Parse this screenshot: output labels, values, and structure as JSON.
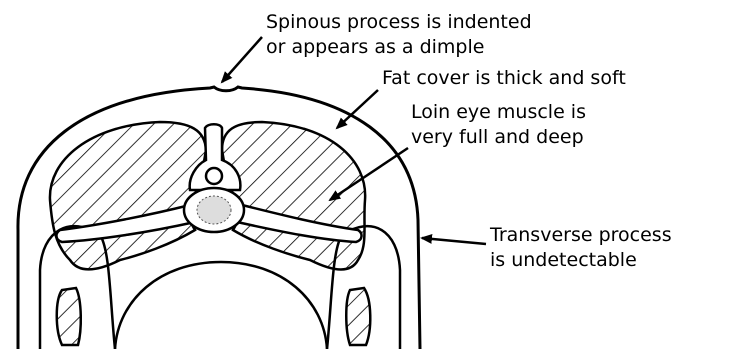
{
  "annotations": {
    "spinous": {
      "line1": "Spinous process is indented",
      "line2": "or appears as a dimple"
    },
    "fat": {
      "line1": "Fat cover is thick and soft"
    },
    "loin": {
      "line1": "Loin eye muscle is",
      "line2": "very full and deep"
    },
    "transverse": {
      "line1": "Transverse process",
      "line2": "is undetectable"
    }
  },
  "colors": {
    "ink": "#000000",
    "background": "#ffffff"
  }
}
